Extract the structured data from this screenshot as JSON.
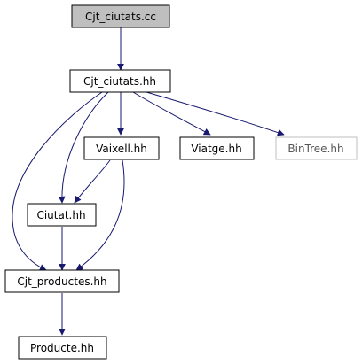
{
  "diagram": {
    "nodes": {
      "cjt_ciutats_cc": {
        "label": "Cjt_ciutats.cc",
        "fill": "#bfbfbf",
        "stroke": "#000000"
      },
      "cjt_ciutats_hh": {
        "label": "Cjt_ciutats.hh",
        "fill": "#ffffff",
        "stroke": "#000000"
      },
      "vaixell_hh": {
        "label": "Vaixell.hh",
        "fill": "#ffffff",
        "stroke": "#000000"
      },
      "viatge_hh": {
        "label": "Viatge.hh",
        "fill": "#ffffff",
        "stroke": "#000000"
      },
      "bintree_hh": {
        "label": "BinTree.hh",
        "fill": "#ffffff",
        "stroke": "#bfbfbf"
      },
      "ciutat_hh": {
        "label": "Ciutat.hh",
        "fill": "#ffffff",
        "stroke": "#000000"
      },
      "cjt_productes_hh": {
        "label": "Cjt_productes.hh",
        "fill": "#ffffff",
        "stroke": "#000000"
      },
      "producte_hh": {
        "label": "Producte.hh",
        "fill": "#ffffff",
        "stroke": "#000000"
      }
    },
    "edges": [
      {
        "from": "cjt_ciutats_cc",
        "to": "cjt_ciutats_hh"
      },
      {
        "from": "cjt_ciutats_hh",
        "to": "vaixell_hh"
      },
      {
        "from": "cjt_ciutats_hh",
        "to": "viatge_hh"
      },
      {
        "from": "cjt_ciutats_hh",
        "to": "bintree_hh"
      },
      {
        "from": "cjt_ciutats_hh",
        "to": "ciutat_hh"
      },
      {
        "from": "cjt_ciutats_hh",
        "to": "cjt_productes_hh"
      },
      {
        "from": "vaixell_hh",
        "to": "ciutat_hh"
      },
      {
        "from": "vaixell_hh",
        "to": "cjt_productes_hh"
      },
      {
        "from": "ciutat_hh",
        "to": "cjt_productes_hh"
      },
      {
        "from": "cjt_productes_hh",
        "to": "producte_hh"
      }
    ],
    "edge_color": "#191970"
  }
}
